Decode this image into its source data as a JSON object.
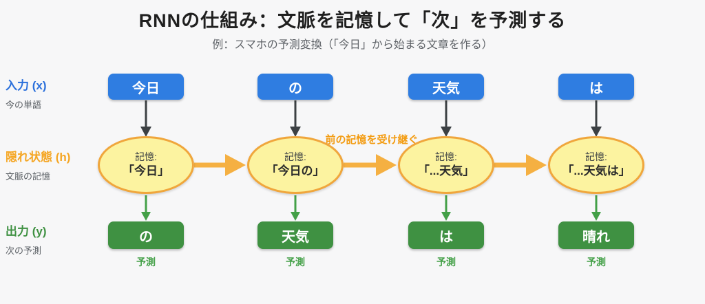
{
  "title": "RNNの仕組み：文脈を記憶して「次」を予測する",
  "subtitle": "例：スマホの予測変換（「今日」から始まる文章を作る）",
  "row_labels": {
    "input": {
      "label": "入力 (x)",
      "sub": "今の単語"
    },
    "hidden": {
      "label": "隠れ状態 (h)",
      "sub": "文脈の記憶"
    },
    "output": {
      "label": "出力 (y)",
      "sub": "次の予測"
    }
  },
  "memory_prefix": "記憶:",
  "carry_label": "前の記憶を受け継ぐ",
  "prediction_label": "予測",
  "steps": [
    {
      "input": "今日",
      "memory": "「今日」",
      "output": "の"
    },
    {
      "input": "の",
      "memory": "「今日の」",
      "output": "天気"
    },
    {
      "input": "天気",
      "memory": "「...天気」",
      "output": "は"
    },
    {
      "input": "は",
      "memory": "「...天気は」",
      "output": "晴れ"
    }
  ],
  "colors": {
    "background": "#f7f7f8",
    "input_box": "#2f7de1",
    "output_box": "#3f9142",
    "memory_fill": "#fcf3a0",
    "memory_border": "#f0a63c",
    "carry_arrow": "#f5b042",
    "carry_text": "#f39c12",
    "input_arrow": "#3c4043",
    "output_arrow": "#43a047",
    "title_text": "#1f1f1f",
    "subtitle_text": "#5f6368"
  }
}
